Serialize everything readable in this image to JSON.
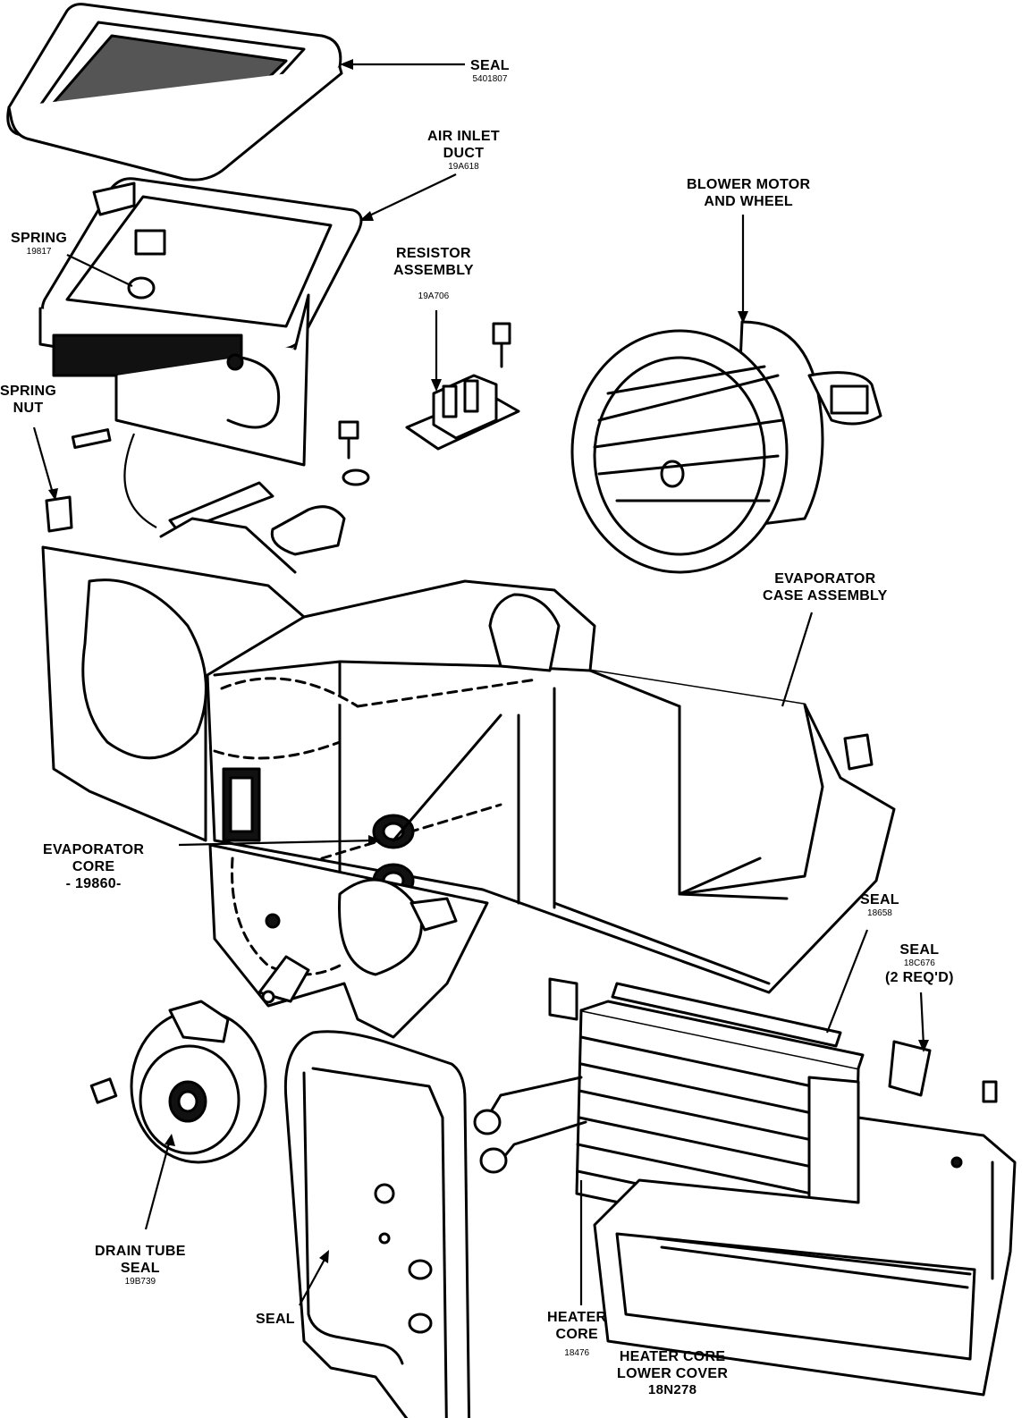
{
  "labels": {
    "seal_top": {
      "name": "SEAL",
      "part": "5401807"
    },
    "air_inlet_duct": {
      "line1": "AIR INLET",
      "line2": "DUCT",
      "part": "19A618"
    },
    "spring": {
      "name": "SPRING",
      "part": "19817"
    },
    "resistor_assembly": {
      "line1": "RESISTOR",
      "line2": "ASSEMBLY",
      "part": "19A706"
    },
    "blower_motor": {
      "line1": "BLOWER MOTOR",
      "line2": "AND WHEEL"
    },
    "spring_nut": {
      "line1": "SPRING",
      "line2": "NUT"
    },
    "evaporator_case": {
      "line1": "EVAPORATOR",
      "line2": "CASE ASSEMBLY"
    },
    "evaporator_core": {
      "line1": "EVAPORATOR",
      "line2": "CORE",
      "part": "- 19860-"
    },
    "seal_right_1": {
      "name": "SEAL",
      "part": "18658"
    },
    "seal_right_2": {
      "name": "SEAL",
      "part": "18C676",
      "qty": "(2 REQ'D)"
    },
    "drain_tube_seal": {
      "line1": "DRAIN TUBE",
      "line2": "SEAL",
      "part": "19B739"
    },
    "seal_bottom": {
      "name": "SEAL"
    },
    "heater_core": {
      "line1": "HEATER",
      "line2": "CORE",
      "part": "18476"
    },
    "heater_core_lower_cover": {
      "line1": "HEATER CORE",
      "line2": "LOWER COVER",
      "part": "18N278"
    }
  }
}
